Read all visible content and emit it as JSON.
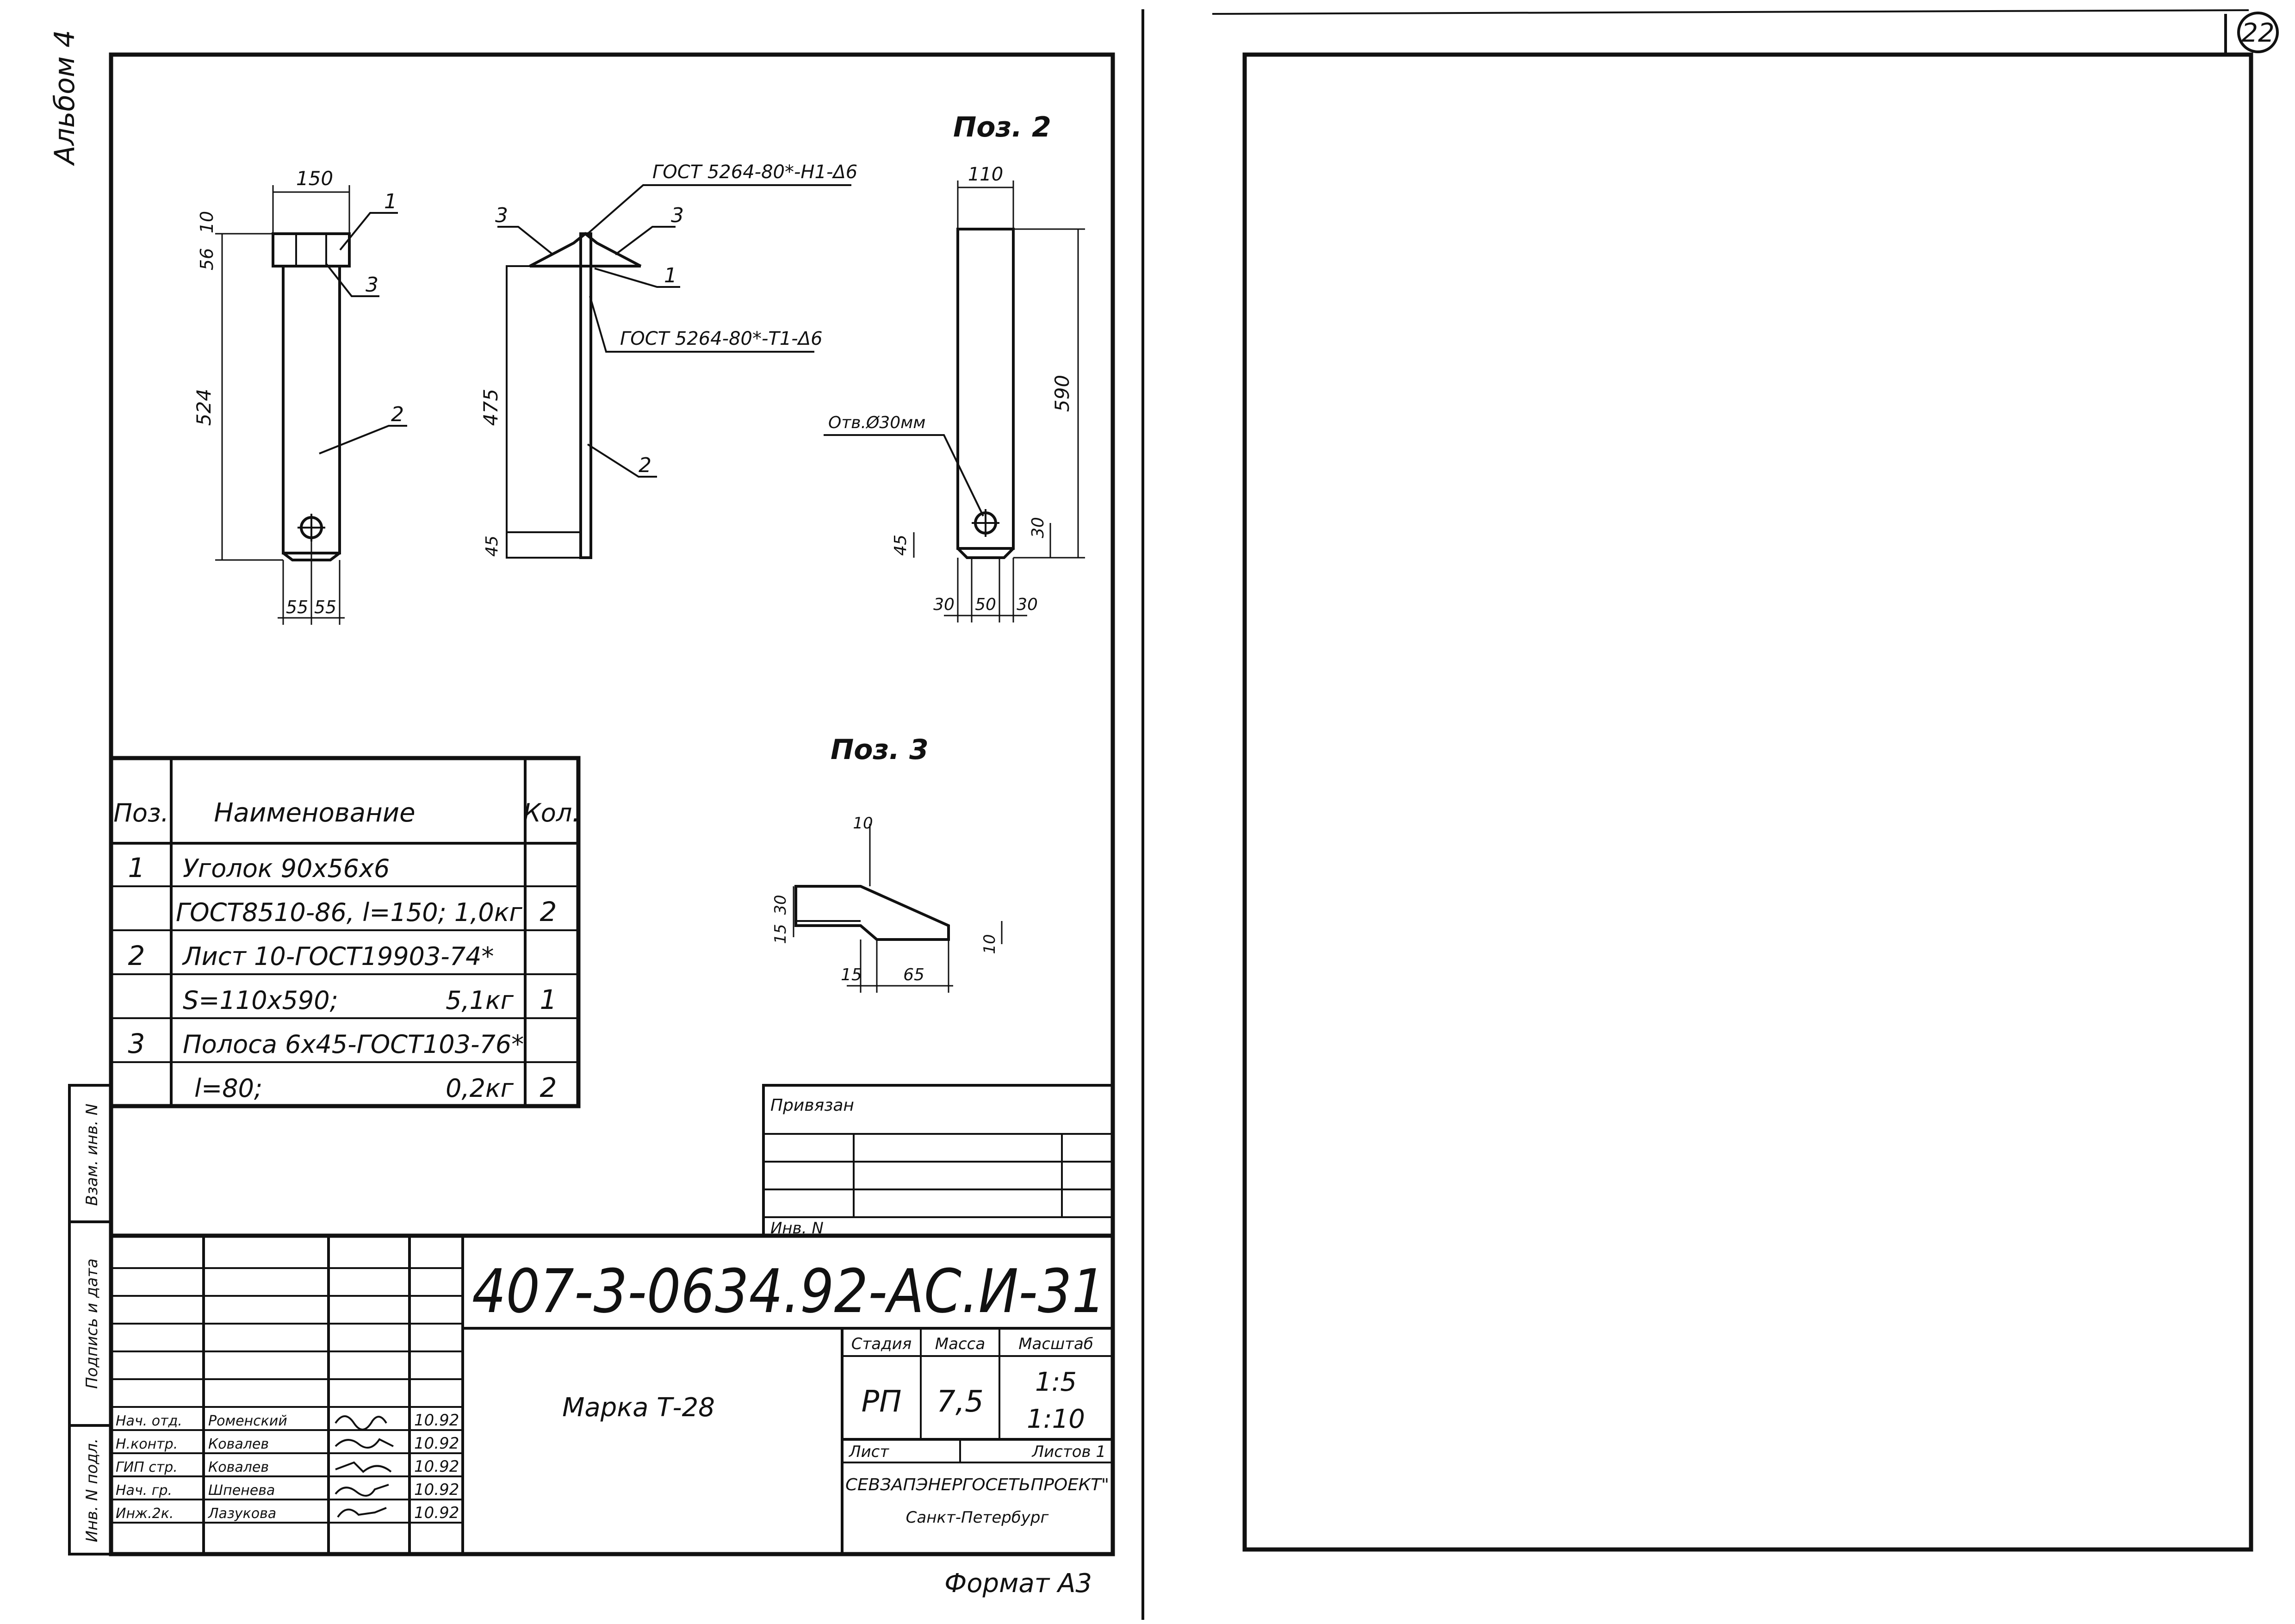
{
  "album_label": "Альбом 4",
  "page_number": "22",
  "format_label": "Формат А3",
  "views": {
    "pos2_title": "Поз. 2",
    "pos3_title": "Поз. 3"
  },
  "callouts": {
    "weld_top": "ГОСТ 5264-80*-Н1-Δ6",
    "weld_mid": "ГОСТ 5264-80*-Т1-Δ6",
    "hole": "Отв.Ø30мм",
    "pos1": "1",
    "pos2": "2",
    "pos3": "3"
  },
  "dimensions": {
    "view1": {
      "width": "150",
      "top_a": "56",
      "top_b": "10",
      "height": "524",
      "bottom_l": "55",
      "bottom_r": "55"
    },
    "view2": {
      "height": "475",
      "small": "45"
    },
    "view3": {
      "width": "110",
      "height": "590",
      "hole_offset": "30",
      "small": "45",
      "b1": "30",
      "b2": "50",
      "b3": "30"
    },
    "pos3": {
      "top": "10",
      "v1": "30",
      "v2": "15",
      "right": "10",
      "b1": "15",
      "b2": "65"
    }
  },
  "spec_table": {
    "headers": {
      "pos": "Поз.",
      "name": "Наименование",
      "qty": "Кол."
    },
    "rows": [
      {
        "pos": "1",
        "name": "Уголок 90х56х6",
        "qty": ""
      },
      {
        "pos": "",
        "name": "ГОСТ8510-86, l=150; 1,0кг",
        "qty": "2"
      },
      {
        "pos": "2",
        "name": "Лист 10-ГОСТ19903-74*",
        "qty": ""
      },
      {
        "pos": "",
        "name_left": "S=110х590;",
        "name_right": "5,1кг",
        "qty": "1"
      },
      {
        "pos": "3",
        "name": "Полоса 6х45-ГОСТ103-76*",
        "qty": ""
      },
      {
        "pos": "",
        "name_left": "l=80;",
        "name_right": "0,2кг",
        "qty": "2"
      }
    ]
  },
  "side_strip": {
    "inv_zam": "Взам. инв. N",
    "sign_date": "Подпись и дата",
    "inv_podl": "Инв. N подл."
  },
  "privyazan": {
    "label": "Привязан",
    "inv": "Инв. N"
  },
  "title_block": {
    "doc_code": "407-3-0634.92-АС.И-31",
    "item_name": "Марка Т-28",
    "stage_header": "Стадия",
    "mass_header": "Масса",
    "scale_header": "Масштаб",
    "stage": "РП",
    "mass": "7,5",
    "scale1": "1:5",
    "scale2": "1:10",
    "sheet": "Лист",
    "sheets": "Листов 1",
    "org": "СЕВЗАПЭНЕРГОСЕТЬПРОЕКТ\"",
    "city": "Санкт-Петербург",
    "signatures": [
      {
        "role": "Нач. отд.",
        "name": "Роменский",
        "date": "10.92"
      },
      {
        "role": "Н.контр.",
        "name": "Ковалев",
        "date": "10.92"
      },
      {
        "role": "ГИП стр.",
        "name": "Ковалев",
        "date": "10.92"
      },
      {
        "role": "Нач. гр.",
        "name": "Шпенева",
        "date": "10.92"
      },
      {
        "role": "Инж.2к.",
        "name": "Лазукова",
        "date": "10.92"
      }
    ]
  }
}
